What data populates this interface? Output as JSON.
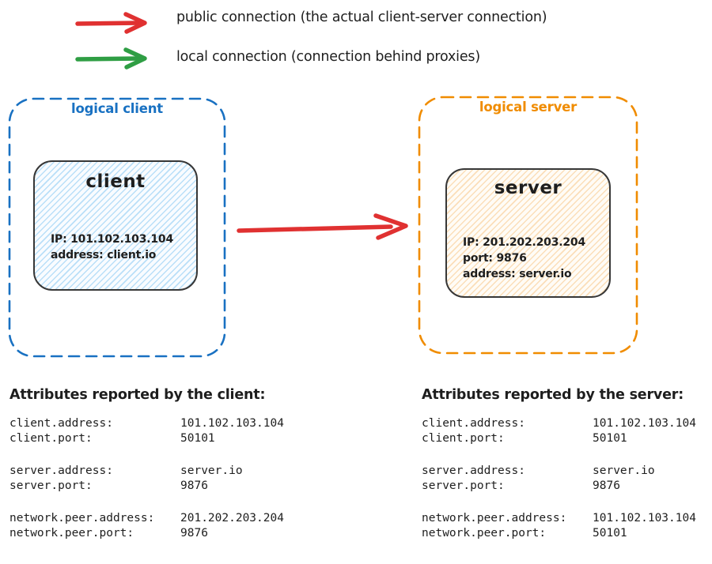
{
  "legend": {
    "items": [
      {
        "name": "public-connection",
        "color": "#e03131",
        "label": "public connection (the actual client-server connection)"
      },
      {
        "name": "local-connection",
        "color": "#2f9e44",
        "label": "local connection (connection behind proxies)"
      }
    ]
  },
  "diagram": {
    "logical_client": {
      "label": "logical client",
      "accent_color": "#1971c2",
      "node": {
        "title": "client",
        "lines": [
          "IP: 101.102.103.104",
          "address: client.io"
        ]
      }
    },
    "logical_server": {
      "label": "logical server",
      "accent_color": "#f08c00",
      "node": {
        "title": "server",
        "lines": [
          "IP: 201.202.203.204",
          "port: 9876",
          "address: server.io"
        ]
      }
    },
    "connection_arrow_color": "#e03131"
  },
  "attributes": {
    "client": {
      "title": "Attributes reported by the client:",
      "groups": [
        [
          {
            "key": "client.address:",
            "value": "101.102.103.104"
          },
          {
            "key": "client.port:",
            "value": "50101"
          }
        ],
        [
          {
            "key": "server.address:",
            "value": "server.io"
          },
          {
            "key": "server.port:",
            "value": "9876"
          }
        ],
        [
          {
            "key": "network.peer.address:",
            "value": "201.202.203.204"
          },
          {
            "key": "network.peer.port:",
            "value": "9876"
          }
        ]
      ]
    },
    "server": {
      "title": "Attributes reported by the server:",
      "groups": [
        [
          {
            "key": "client.address:",
            "value": "101.102.103.104"
          },
          {
            "key": "client.port:",
            "value": "50101"
          }
        ],
        [
          {
            "key": "server.address:",
            "value": "server.io"
          },
          {
            "key": "server.port:",
            "value": "9876"
          }
        ],
        [
          {
            "key": "network.peer.address:",
            "value": "101.102.103.104"
          },
          {
            "key": "network.peer.port:",
            "value": "50101"
          }
        ]
      ]
    }
  }
}
